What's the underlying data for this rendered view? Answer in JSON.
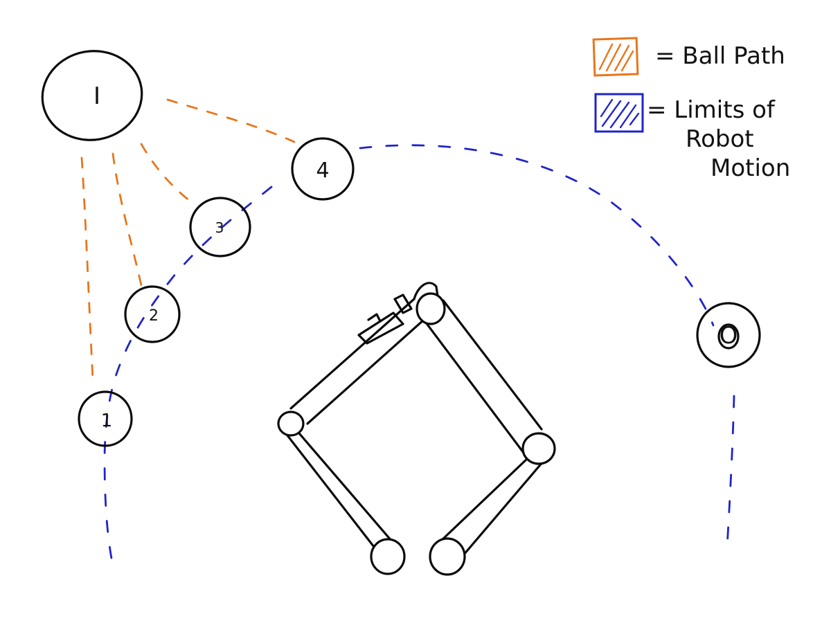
{
  "colors": {
    "ball_path": "#e8751a",
    "robot_limits": "#1f24c9",
    "ink": "#0a0a0a"
  },
  "nodes": {
    "input": "I",
    "output": "O",
    "station_1": "1",
    "station_2": "2",
    "station_3": "3",
    "station_4": "4"
  },
  "legend": {
    "ball_path": "= Ball  Path",
    "robot_limits_line1": "= Limits  of",
    "robot_limits_line2": "Robot",
    "robot_limits_line3": "Motion"
  }
}
